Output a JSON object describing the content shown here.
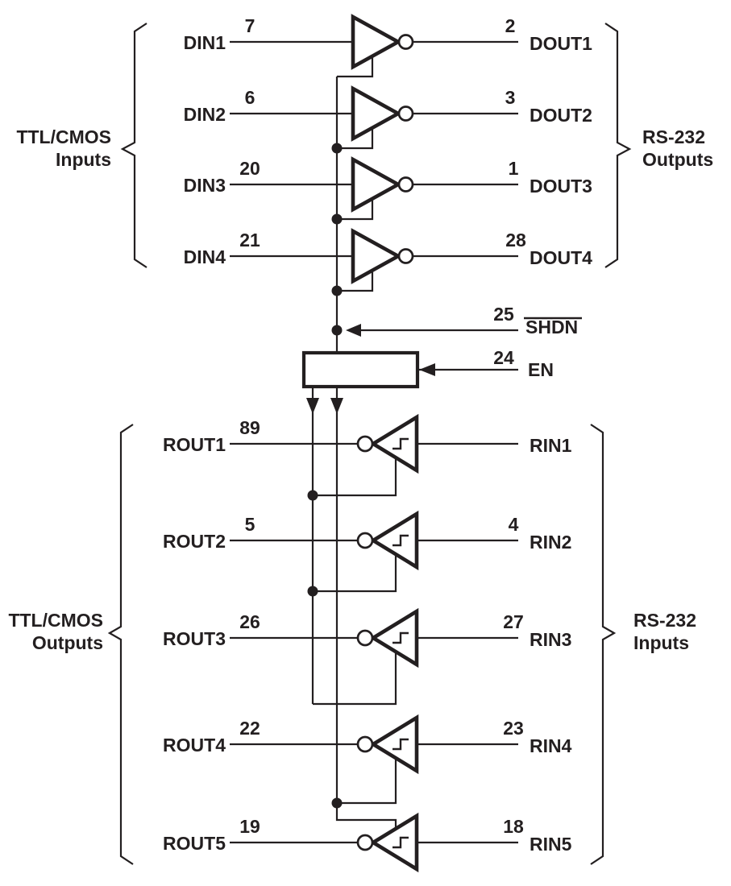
{
  "figure": {
    "ink_color": "#231f20",
    "background_color": "#ffffff"
  },
  "section_labels": {
    "top_left": {
      "line1": "TTL/CMOS",
      "line2": "Inputs"
    },
    "top_right": {
      "line1": "RS-232",
      "line2": "Outputs"
    },
    "bottom_left": {
      "line1": "TTL/CMOS",
      "line2": "Outputs"
    },
    "bottom_right": {
      "line1": "RS-232",
      "line2": "Inputs"
    }
  },
  "drivers": [
    {
      "in_label": "DIN1",
      "in_pin": "7",
      "out_label": "DOUT1",
      "out_pin": "2"
    },
    {
      "in_label": "DIN2",
      "in_pin": "6",
      "out_label": "DOUT2",
      "out_pin": "3"
    },
    {
      "in_label": "DIN3",
      "in_pin": "20",
      "out_label": "DOUT3",
      "out_pin": "1"
    },
    {
      "in_label": "DIN4",
      "in_pin": "21",
      "out_label": "DOUT4",
      "out_pin": "28"
    }
  ],
  "receivers": [
    {
      "out_label": "ROUT1",
      "out_pin": "89",
      "in_label": "RIN1",
      "in_pin": ""
    },
    {
      "out_label": "ROUT2",
      "out_pin": "5",
      "in_label": "RIN2",
      "in_pin": "4"
    },
    {
      "out_label": "ROUT3",
      "out_pin": "26",
      "in_label": "RIN3",
      "in_pin": "27"
    },
    {
      "out_label": "ROUT4",
      "out_pin": "22",
      "in_label": "RIN4",
      "in_pin": "23"
    },
    {
      "out_label": "ROUT5",
      "out_pin": "19",
      "in_label": "RIN5",
      "in_pin": "18"
    }
  ],
  "control": {
    "shdn_pin": "25",
    "shdn_label": "SHDN",
    "en_pin": "24",
    "en_label": "EN"
  }
}
